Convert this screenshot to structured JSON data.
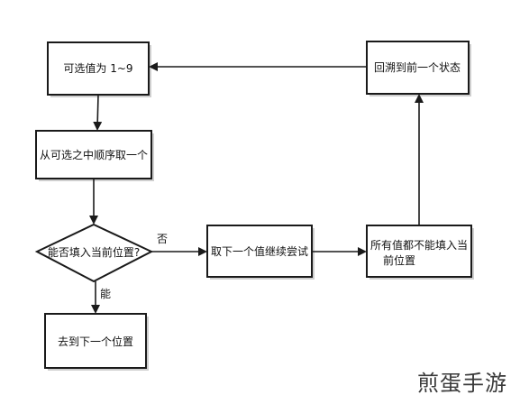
{
  "diagram": {
    "nodes": {
      "choices": "可选值为 1~9",
      "pick": "从可选之中顺序取一个",
      "can_fill": "能否填入当前位置?",
      "next_pos": "去到下一个位置",
      "next_value": "取下一个值继续尝试",
      "none_fit_line1": "所有值都不能填入当",
      "none_fit_line2": "前位置",
      "backtrack": "回溯到前一个状态"
    },
    "edges": {
      "no": "否",
      "yes": "能"
    }
  },
  "watermark": "煎蛋手游",
  "colors": {
    "stroke": "#1a1a1a",
    "box_shadow": "#cfcfcf",
    "text": "#111111",
    "background": "#ffffff"
  }
}
